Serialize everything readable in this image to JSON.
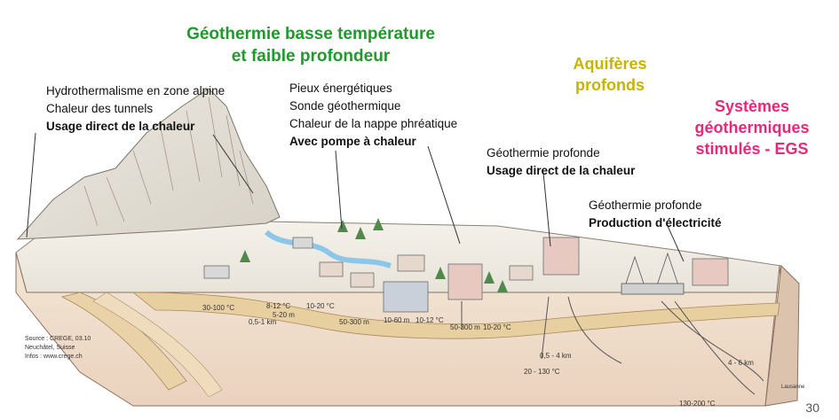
{
  "titles": {
    "low_temp": [
      "Géothermie basse température",
      "et faible profondeur"
    ],
    "aquifers": [
      "Aquifères",
      "profonds"
    ],
    "egs": [
      "Systèmes",
      "géothermiques",
      "stimulés - EGS"
    ]
  },
  "labels": {
    "alpine": [
      "Hydrothermalisme en zone alpine",
      "Chaleur des tunnels",
      "Usage direct de la chaleur"
    ],
    "heatpump": [
      "Pieux énergétiques",
      "Sonde géothermique",
      "Chaleur de la nappe phréatique",
      "Avec pompe à chaleur"
    ],
    "deep_direct": [
      "Géothermie profonde",
      "Usage direct de la chaleur"
    ],
    "deep_power": [
      "Géothermie profonde",
      "Production d'électricité"
    ]
  },
  "diagram_annotations": {
    "temp_30_100": "30-100 °C",
    "depth_05_1": "0,5-1 km",
    "temp_8_12": "8-12 °C",
    "depth_5_20": "5-20 m",
    "temp_10_20a": "10-20 °C",
    "depth_50_300": "50-300 m",
    "depth_10_60": "10-60 m",
    "temp_10_12": "10-12 °C",
    "depth_50_300b": "50-300 m",
    "temp_10_20b": "10-20 °C",
    "depth_05_4": "0,5 - 4 km",
    "temp_20_130": "20 - 130 °C",
    "depth_4_6": "4 - 6 km",
    "temp_130_200": "130-200 °C",
    "source": [
      "Source : CREGE, 03.10",
      "Neuchâtel, Suisse",
      "Infos : www.crege.ch"
    ],
    "corner": "Lausanne"
  },
  "page_number": "30"
}
